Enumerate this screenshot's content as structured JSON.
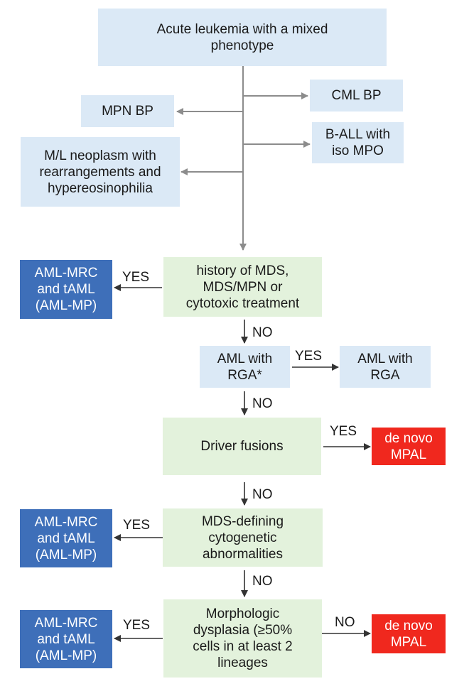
{
  "nodes": {
    "acute_leukemia": "Acute leukemia with a mixed\nphenotype",
    "mpn_bp": "MPN BP",
    "cml_bp": "CML BP",
    "b_all": "B-ALL with\niso MPO",
    "ml_neoplasm": "M/L neoplasm with\nrearrangements and\nhypereosinophilia",
    "history": "history of MDS,\nMDS/MPN or\ncytotoxic treatment",
    "aml_mrc_1": "AML-MRC\nand tAML\n(AML-MP)",
    "aml_rga_q": "AML with\nRGA*",
    "aml_rga": "AML with\nRGA",
    "driver_fusions": "Driver fusions",
    "mpal_1": "de novo\nMPAL",
    "mds_cyto": "MDS-defining\ncytogenetic\nabnormalities",
    "aml_mrc_2": "AML-MRC\nand tAML\n(AML-MP)",
    "morph": "Morphologic\ndysplasia (≥50%\ncells in at least 2\nlineages",
    "aml_mrc_3": "AML-MRC\nand tAML\n(AML-MP)",
    "mpal_2": "de novo\nMPAL"
  },
  "edge_labels": {
    "history_yes": "YES",
    "history_no": "NO",
    "rga_yes": "YES",
    "rga_no": "NO",
    "driver_yes": "YES",
    "driver_no": "NO",
    "cyto_yes": "YES",
    "cyto_no": "NO",
    "morph_yes": "YES",
    "morph_no": "NO"
  },
  "colors": {
    "light_blue": "#dbe9f6",
    "green": "#e3f2dc",
    "dark_blue": "#3e6fb9",
    "red": "#f0281e",
    "top_arrow": "#8c8c8c",
    "arrow": "#333333"
  }
}
